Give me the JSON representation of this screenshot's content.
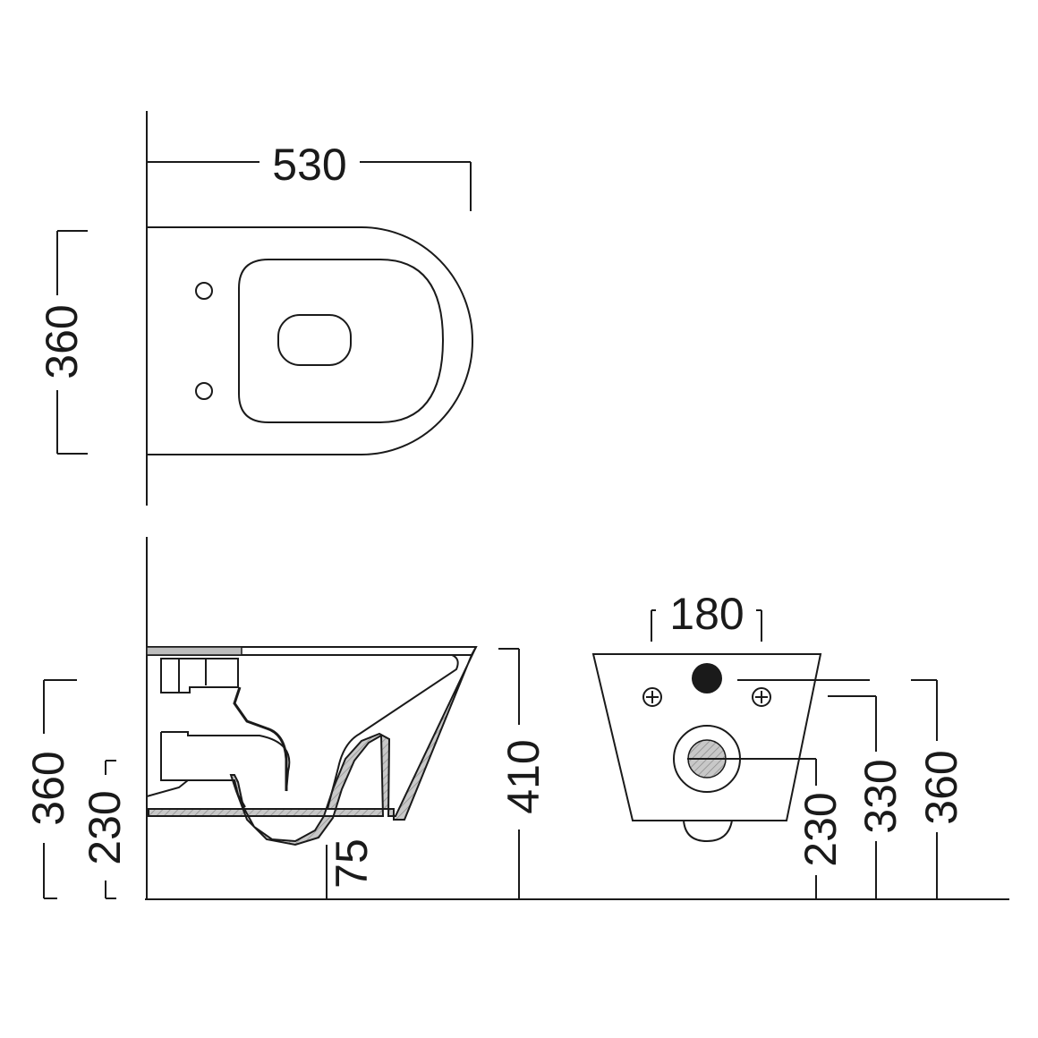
{
  "dimensions": {
    "top_width": "530",
    "top_depth": "360",
    "side_total_height": "360",
    "side_outlet_height": "230",
    "side_outlet_offset": "75",
    "side_rim_height": "410",
    "rear_inlet_width": "180",
    "rear_outlet_height": "230",
    "rear_fixing_height": "330",
    "rear_total_height": "360"
  },
  "colors": {
    "line": "#1a1a1a",
    "ceramic_section": "#bdbdbd",
    "inlet_pipe": "#1a1a1a",
    "outlet_fill": "#d0d0d0"
  }
}
